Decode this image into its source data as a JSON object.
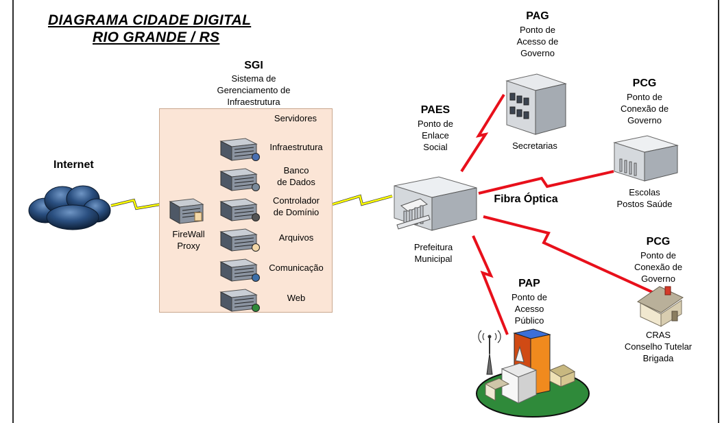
{
  "title": {
    "line1": "DIAGRAMA CIDADE DIGITAL",
    "line2": "RIO GRANDE / RS"
  },
  "colors": {
    "box_fill": "#fbe5d6",
    "lightning": "#e8101b",
    "lightning_yellow": "#ffff00",
    "cloud": "#1d3a5c"
  },
  "internet": {
    "label": "Internet",
    "icon": "cloud-icon"
  },
  "sgi": {
    "acronym": "SGI",
    "name_lines": [
      "Sistema de",
      "Gerenciamento de",
      "Infraestrutura"
    ],
    "servers_title": "Servidores",
    "firewall": [
      "FireWall",
      "Proxy"
    ],
    "servers": [
      {
        "label": "Infraestrutura",
        "icon": "server-icon"
      },
      {
        "label": "Banco\nde Dados",
        "icon": "database-server-icon"
      },
      {
        "label": "Controlador\nde Domínio",
        "icon": "domain-controller-icon"
      },
      {
        "label": "Arquivos",
        "icon": "file-server-icon"
      },
      {
        "label": "Comunicação",
        "icon": "communication-server-icon"
      },
      {
        "label": "Web",
        "icon": "web-server-icon"
      }
    ]
  },
  "paes": {
    "acronym": "PAES",
    "name_lines": [
      "Ponto de",
      "Enlace",
      "Social"
    ],
    "site": [
      "Prefeitura",
      "Municipal"
    ],
    "icon": "city-hall-icon"
  },
  "pag": {
    "acronym": "PAG",
    "name_lines": [
      "Ponto de",
      "Acesso de",
      "Governo"
    ],
    "site": "Secretarias",
    "icon": "office-building-icon"
  },
  "pcg1": {
    "acronym": "PCG",
    "name_lines": [
      "Ponto de",
      "Conexão de",
      "Governo"
    ],
    "site": [
      "Escolas",
      "Postos Saúde"
    ],
    "icon": "school-building-icon"
  },
  "pcg2": {
    "acronym": "PCG",
    "name_lines": [
      "Ponto de",
      "Conexão de",
      "Governo"
    ],
    "site": [
      "CRAS",
      "Conselho Tutelar",
      "Brigada"
    ],
    "icon": "house-icon"
  },
  "pap": {
    "acronym": "PAP",
    "name_lines": [
      "Ponto de",
      "Acesso",
      "Público"
    ],
    "icon": "village-antenna-icon"
  },
  "fibra": "Fibra Óptica"
}
